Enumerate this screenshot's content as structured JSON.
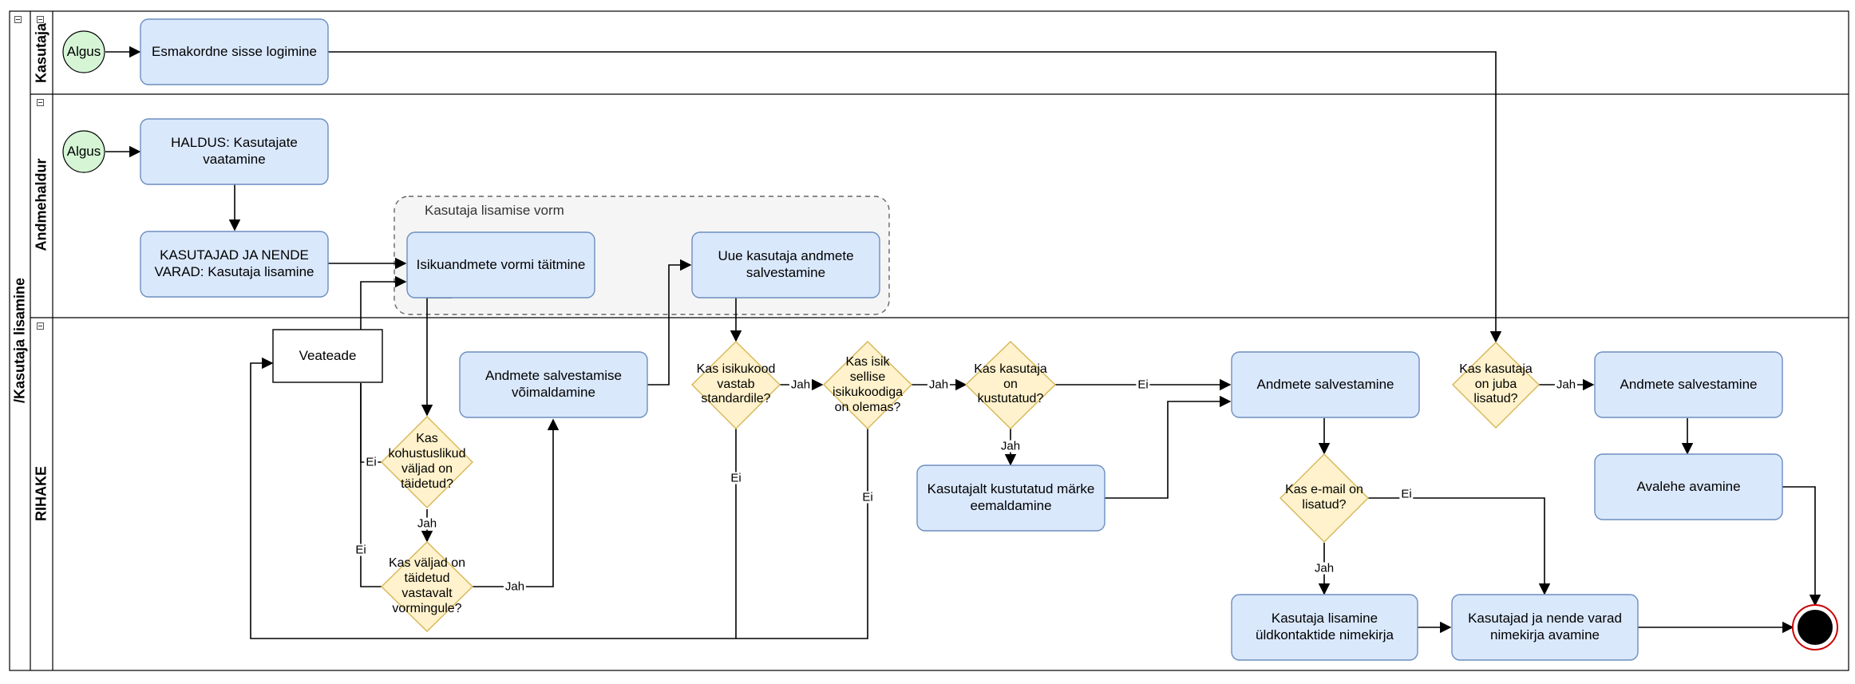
{
  "pool": {
    "title": "/Kasutaja lisamine"
  },
  "lanes": [
    {
      "id": "kasutaja",
      "label": "Kasutaja"
    },
    {
      "id": "andmehaldur",
      "label": "Andmehaldur"
    },
    {
      "id": "rihake",
      "label": "RIHAKE"
    }
  ],
  "group": {
    "label": "Kasutaja lisamise vorm"
  },
  "nodes": {
    "start1": "Algus",
    "start2": "Algus",
    "first_login": "Esmakordne sisse logimine",
    "haldus": "HALDUS: Kasutajate\nvaatamine",
    "kasutajad_varad": "KASUTAJAD JA NENDE\nVARAD: Kasutaja lisamine",
    "fill_form": "Isikuandmete vormi täitmine",
    "save_new_user": "Uue kasutaja andmete\nsalvestamine",
    "error_msg": "Veateade",
    "enable_saving": "Andmete salvestamise\nvõimaldamine",
    "q_required": "Kas\nkohustuslikud\nväljad on\ntäidetud?",
    "q_format": "Kas väljad on\ntäidetud\nvastavalt\nvormingule?",
    "q_idcode_std": "Kas isikukood\nvastab\nstandardile?",
    "q_idcode_exists": "Kas isik\nsellise\nisikukoodiga\non olemas?",
    "q_deleted": "Kas kasutaja\non\nkustutatud?",
    "remove_deleted": "Kasutajalt kustutatud märke\neemaldamine",
    "save_data_1": "Andmete salvestamine",
    "q_email": "Kas e-mail on\nlisatud?",
    "add_contacts": "Kasutaja lisamine\nüldkontaktide nimekirja",
    "open_list": "Kasutajad ja nende varad\nnimekirja avamine",
    "q_already_added": "Kas kasutaja\non juba\nlisatud?",
    "save_data_2": "Andmete salvestamine",
    "open_home": "Avalehe avamine"
  },
  "edge_labels": {
    "yes": "Jah",
    "no": "Ei"
  },
  "colors": {
    "task_fill": "#dae8fc",
    "task_stroke": "#6c8ebf",
    "decision_fill": "#fff2cc",
    "decision_stroke": "#d6b656",
    "start_fill": "#d5f5d5",
    "start_stroke": "#82b366",
    "end_fill": "#000000",
    "end_ring": "#cc0000",
    "group_fill": "#f5f5f5",
    "group_stroke": "#666666"
  }
}
